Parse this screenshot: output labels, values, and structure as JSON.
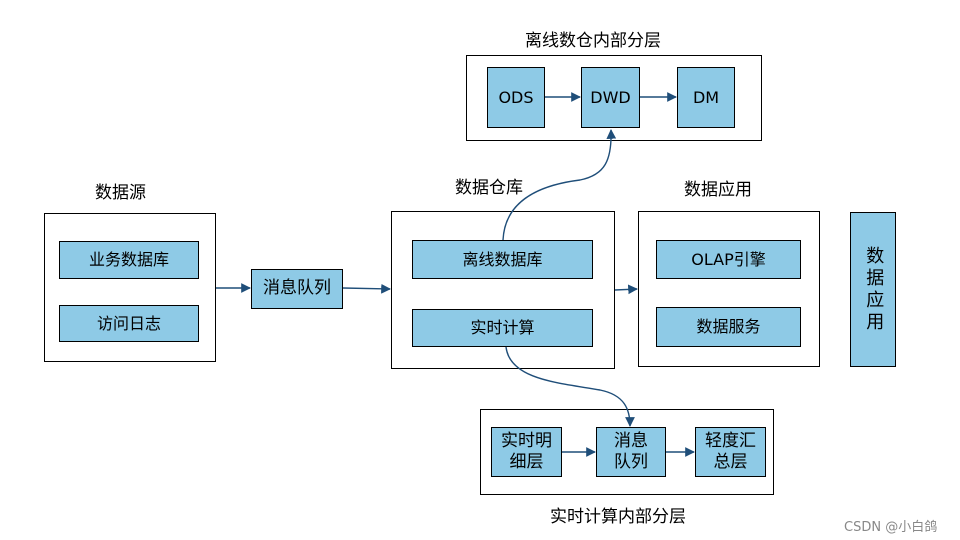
{
  "sections": {
    "offline_layers_title": "离线数仓内部分层",
    "source_title": "数据源",
    "warehouse_title": "数据仓库",
    "application_title": "数据应用",
    "realtime_layers_title": "实时计算内部分层"
  },
  "offline_layers": {
    "ods": "ODS",
    "dwd": "DWD",
    "dm": "DM"
  },
  "source": {
    "business_db": "业务数据库",
    "access_log": "访问日志"
  },
  "queue": "消息队列",
  "warehouse": {
    "offline_db": "离线数据库",
    "realtime_compute": "实时计算"
  },
  "application": {
    "olap": "OLAP引擎",
    "data_service": "数据服务"
  },
  "app_side": "数据应用",
  "realtime_layers": {
    "detail": "实时明\n细层",
    "queue": "消息\n队列",
    "summary": "轻度汇\n总层"
  },
  "watermark": "CSDN @小白鸽",
  "colors": {
    "box_fill": "#8ecae6",
    "arrow": "#1f4e79"
  }
}
